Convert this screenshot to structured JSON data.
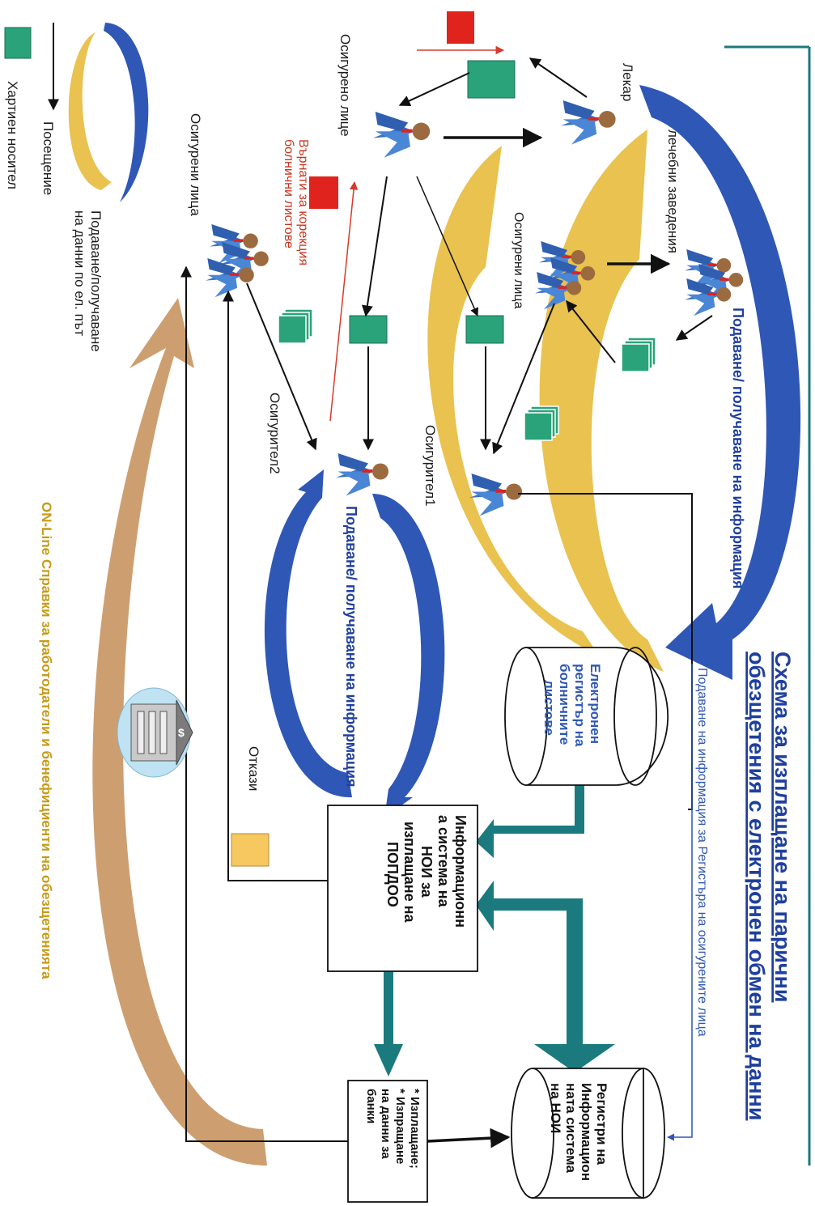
{
  "title": {
    "line1": "Схема за изплащане на парични",
    "line2": "обезщетения с електронен обмен на данни"
  },
  "legend": {
    "paper": "Хартиен носител",
    "visit": "Посещение",
    "electronic_line1": "Подаване/получаване",
    "electronic_line2": "на данни по ел. път"
  },
  "actors": {
    "doctor": "Лекар",
    "facilities": "лечебни заведения",
    "insured_person": "Осигурено лице",
    "insured_persons_1": "Осигурени лица",
    "insured_persons_2": "Осигурени лица",
    "insurer1": "Осигурител1",
    "insurer2": "Осигурител2"
  },
  "flows": {
    "info_exchange_top": "Подаване/ получаване на информация",
    "info_exchange_mid": "Подаване/ получаване на информация",
    "registry_info": "Подаване на информация за Регистъра на осигурените лица",
    "returned_line1": "Върнати за корекция",
    "returned_line2": "болнични листове",
    "refusals": "Откази",
    "online": "ON-Line Справки за работодатели и бенефициенти на обезщетенията"
  },
  "systems": {
    "e_registry": [
      "Електронен",
      "регистър на",
      "болничните",
      "листове"
    ],
    "noi_system": [
      "Информационн",
      "а система на",
      "НОИ за",
      "изплащане на",
      "ПОПДОО"
    ],
    "registers": [
      "Регистри на",
      "Информацион",
      "ната система",
      "на НОИ"
    ],
    "payment": [
      "* Изплащане;",
      "* Изпращане",
      "на данни за",
      "банки"
    ]
  },
  "colors": {
    "paper_green": "#2aa37a",
    "alert_red": "#e0231c",
    "refusal_yellow": "#f6c85f",
    "blue_arrow": "#2f57b5",
    "gold_arrow": "#e9c24f",
    "brown_arrow": "#c89560",
    "teal_arrow": "#1b7a7d",
    "person_blue": "#3a6fc4"
  }
}
